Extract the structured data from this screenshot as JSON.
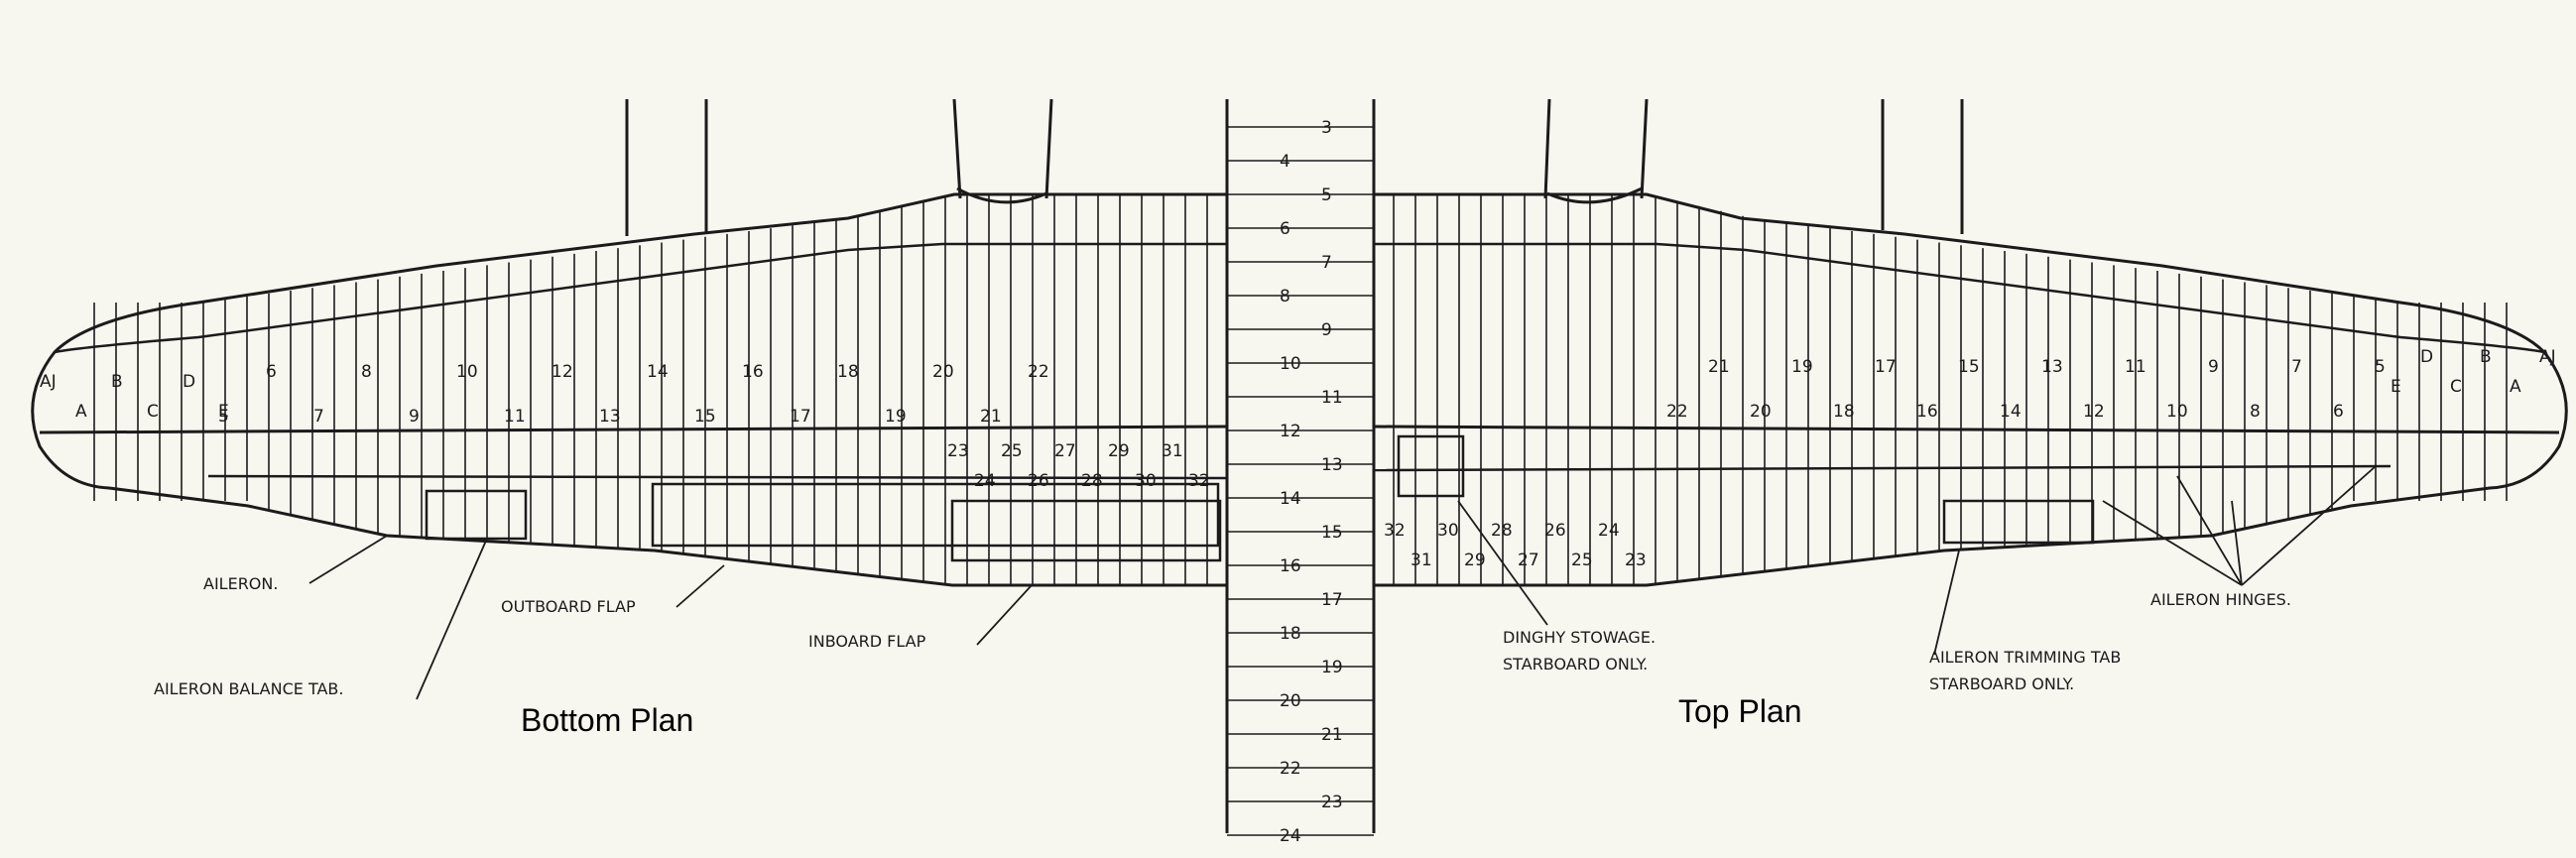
{
  "fuselage_stations": [
    "3",
    "4",
    "5",
    "6",
    "7",
    "8",
    "9",
    "10",
    "11",
    "12",
    "13",
    "14",
    "15",
    "16",
    "17",
    "18",
    "19",
    "20",
    "21",
    "22",
    "23",
    "24"
  ],
  "bottom_plan": {
    "caption": "Bottom Plan",
    "edge_letters": [
      "AJ",
      "A",
      "B",
      "C",
      "D",
      "E"
    ],
    "rib_numbers": [
      "5",
      "6",
      "7",
      "8",
      "9",
      "10",
      "11",
      "12",
      "13",
      "14",
      "15",
      "16",
      "17",
      "18",
      "19",
      "20",
      "21",
      "22"
    ],
    "inner_ribs": [
      "23",
      "24",
      "25",
      "26",
      "27",
      "28",
      "29",
      "30",
      "31",
      "32"
    ],
    "callouts": {
      "aileron": "AILERON.",
      "aileron_balance_tab": "AILERON BALANCE TAB.",
      "outboard_flap": "OUTBOARD FLAP",
      "inboard_flap": "INBOARD FLAP"
    }
  },
  "top_plan": {
    "caption": "Top Plan",
    "edge_letters": [
      "AJ",
      "A",
      "B",
      "C",
      "D",
      "E"
    ],
    "rib_numbers": [
      "22",
      "21",
      "20",
      "19",
      "18",
      "17",
      "16",
      "15",
      "14",
      "13",
      "12",
      "11",
      "10",
      "9",
      "8",
      "7",
      "6",
      "5"
    ],
    "inner_ribs": [
      "32",
      "31",
      "30",
      "29",
      "28",
      "27",
      "26",
      "25",
      "24",
      "23"
    ],
    "callouts": {
      "dinghy_stowage_line1": "DINGHY STOWAGE.",
      "dinghy_stowage_line2": "STARBOARD ONLY.",
      "aileron_trimming_tab_line1": "AILERON TRIMMING TAB",
      "aileron_trimming_tab_line2": "STARBOARD ONLY.",
      "aileron_hinges": "AILERON HINGES."
    }
  }
}
